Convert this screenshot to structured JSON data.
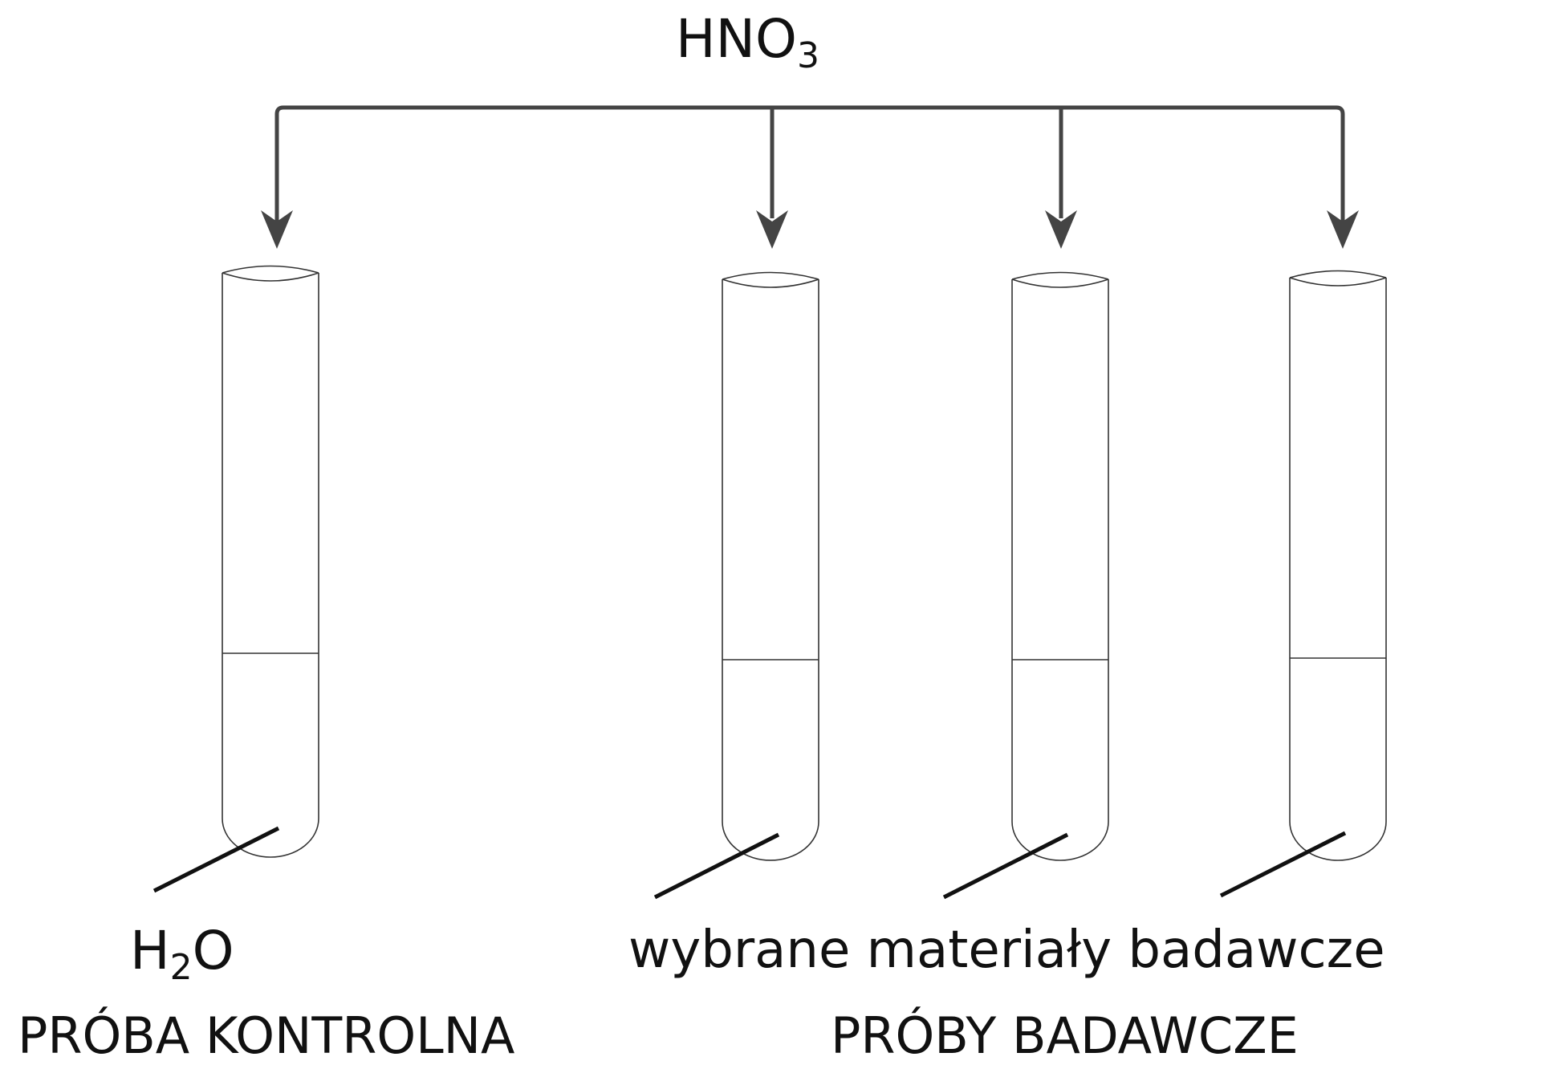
{
  "reagent": {
    "formula_main": "HNO",
    "formula_sub": "3"
  },
  "control_tube": {
    "content_main": "H",
    "content_sub": "2",
    "content_tail": "O"
  },
  "test_tubes": {
    "content_label": "wybrane materiały badawcze"
  },
  "group_labels": {
    "control": "PRÓBA KONTROLNA",
    "tests": "PRÓBY BADAWCZE"
  },
  "colors": {
    "line": "#444444",
    "tube": "#333333",
    "pointer": "#111111",
    "text": "#111111"
  },
  "icons": {
    "tube": "test-tube-icon",
    "arrow": "arrow-down-icon"
  }
}
